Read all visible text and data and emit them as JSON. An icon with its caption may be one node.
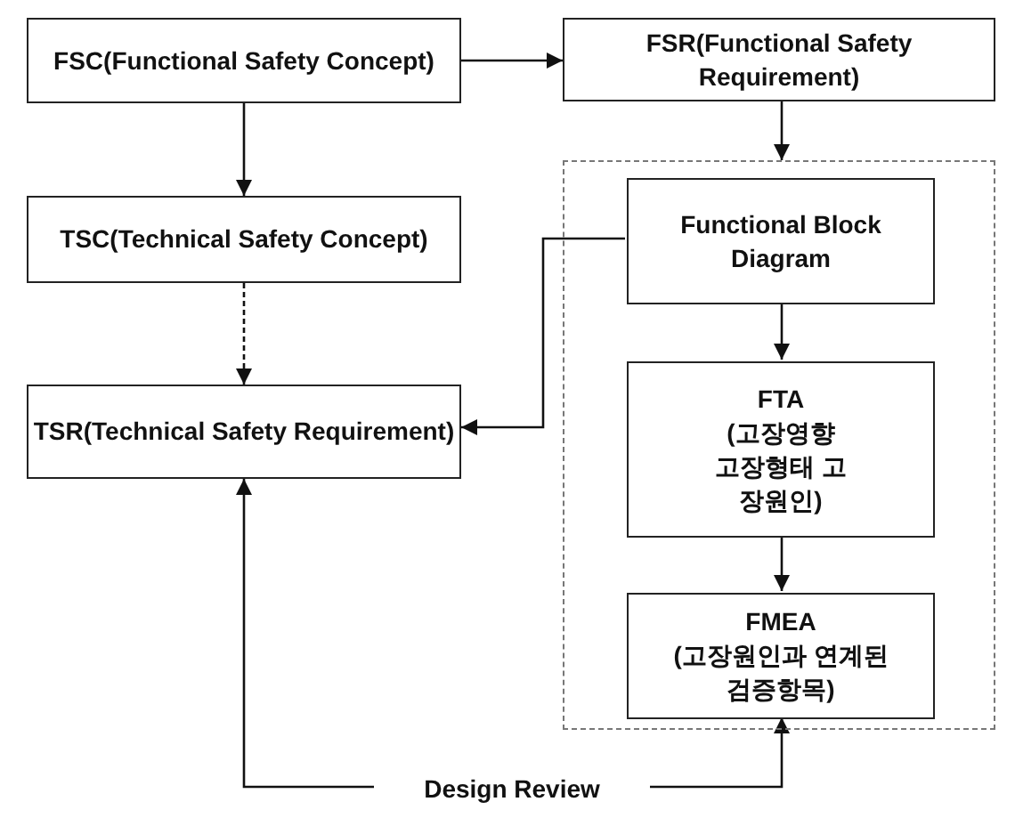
{
  "diagram": {
    "nodes": [
      {
        "text": [
          "FSC(Functional Safety Concept)"
        ]
      },
      {
        "text": [
          "FSR(Functional Safety Requirement)"
        ]
      },
      {
        "text": [
          "TSC(Technical Safety Concept)"
        ]
      },
      {
        "text": [],
        "shape": "box"
      },
      {
        "text": [
          "Functional Block Diagram"
        ],
        "in": 3
      },
      {
        "text": [
          "TSR(Technical Safety Requirement)"
        ]
      },
      {
        "text": [
          "FTA",
          "(고장영향 고장형태 고장원인)"
        ],
        "in": 3
      },
      {
        "text": [
          "FMEA",
          "(고장원인과 연계된 검증항목)"
        ],
        "in": 3
      },
      {
        "text": [
          "Design Review"
        ]
      }
    ],
    "edges": [
      {
        "from": 0,
        "to": 1,
        "arrow": "to"
      },
      {
        "from": 1,
        "to": 3,
        "arrow": "to"
      },
      {
        "from": 0,
        "to": 2,
        "arrow": "to"
      },
      {
        "from": 2,
        "to": 5,
        "arrow": "to",
        "style": "dashed"
      },
      {
        "from": 4,
        "to": 5,
        "arrow": "to"
      },
      {
        "from": 4,
        "to": 6,
        "arrow": "to"
      },
      {
        "from": 6,
        "to": 7,
        "arrow": "to"
      },
      {
        "from": 8,
        "to": 5,
        "arrow": "to"
      },
      {
        "from": 8,
        "to": 7,
        "arrow": "to"
      }
    ]
  }
}
